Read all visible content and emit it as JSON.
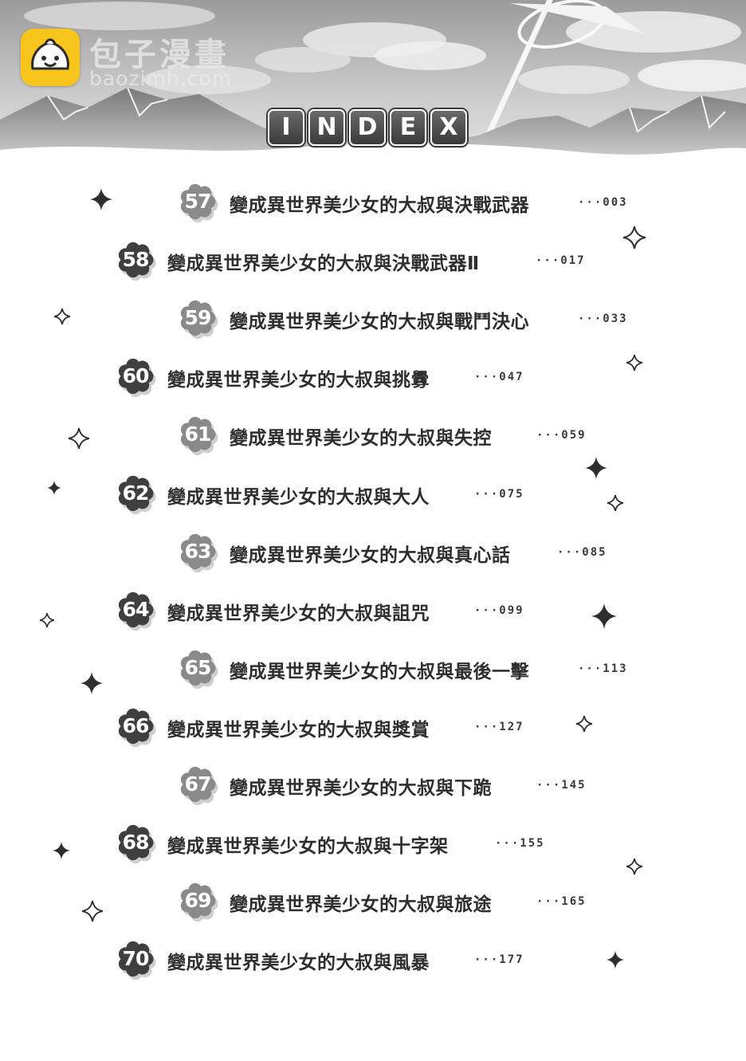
{
  "watermark": {
    "site_name": "包子漫畫",
    "site_url": "baozimh.com"
  },
  "header": {
    "title_letters": [
      "I",
      "N",
      "D",
      "E",
      "X"
    ]
  },
  "toc": [
    {
      "number": "57",
      "title": "變成異世界美少女的大叔與決戰武器",
      "page": "···003"
    },
    {
      "number": "58",
      "title": "變成異世界美少女的大叔與決戰武器Ⅱ",
      "page": "···017"
    },
    {
      "number": "59",
      "title": "變成異世界美少女的大叔與戰鬥決心",
      "page": "···033"
    },
    {
      "number": "60",
      "title": "變成異世界美少女的大叔與挑釁",
      "page": "···047"
    },
    {
      "number": "61",
      "title": "變成異世界美少女的大叔與失控",
      "page": "···059"
    },
    {
      "number": "62",
      "title": "變成異世界美少女的大叔與大人",
      "page": "···075"
    },
    {
      "number": "63",
      "title": "變成異世界美少女的大叔與真心話",
      "page": "···085"
    },
    {
      "number": "64",
      "title": "變成異世界美少女的大叔與詛咒",
      "page": "···099"
    },
    {
      "number": "65",
      "title": "變成異世界美少女的大叔與最後一擊",
      "page": "···113"
    },
    {
      "number": "66",
      "title": "變成異世界美少女的大叔與獎賞",
      "page": "···127"
    },
    {
      "number": "67",
      "title": "變成異世界美少女的大叔與下跪",
      "page": "···145"
    },
    {
      "number": "68",
      "title": "變成異世界美少女的大叔與十字架",
      "page": "···155"
    },
    {
      "number": "69",
      "title": "變成異世界美少女的大叔與旅途",
      "page": "···165"
    },
    {
      "number": "70",
      "title": "變成異世界美少女的大叔與風暴",
      "page": "···177"
    }
  ],
  "icons": {
    "logo": "bun-mascot-icon",
    "badge": "flower-badge-icon",
    "decoration": "sparkle-icon"
  },
  "colors": {
    "logo_yellow": "#f7c51c",
    "badge_dark": "#3f3f3f",
    "badge_light": "#8a8a8a",
    "text": "#2e2e2e"
  }
}
